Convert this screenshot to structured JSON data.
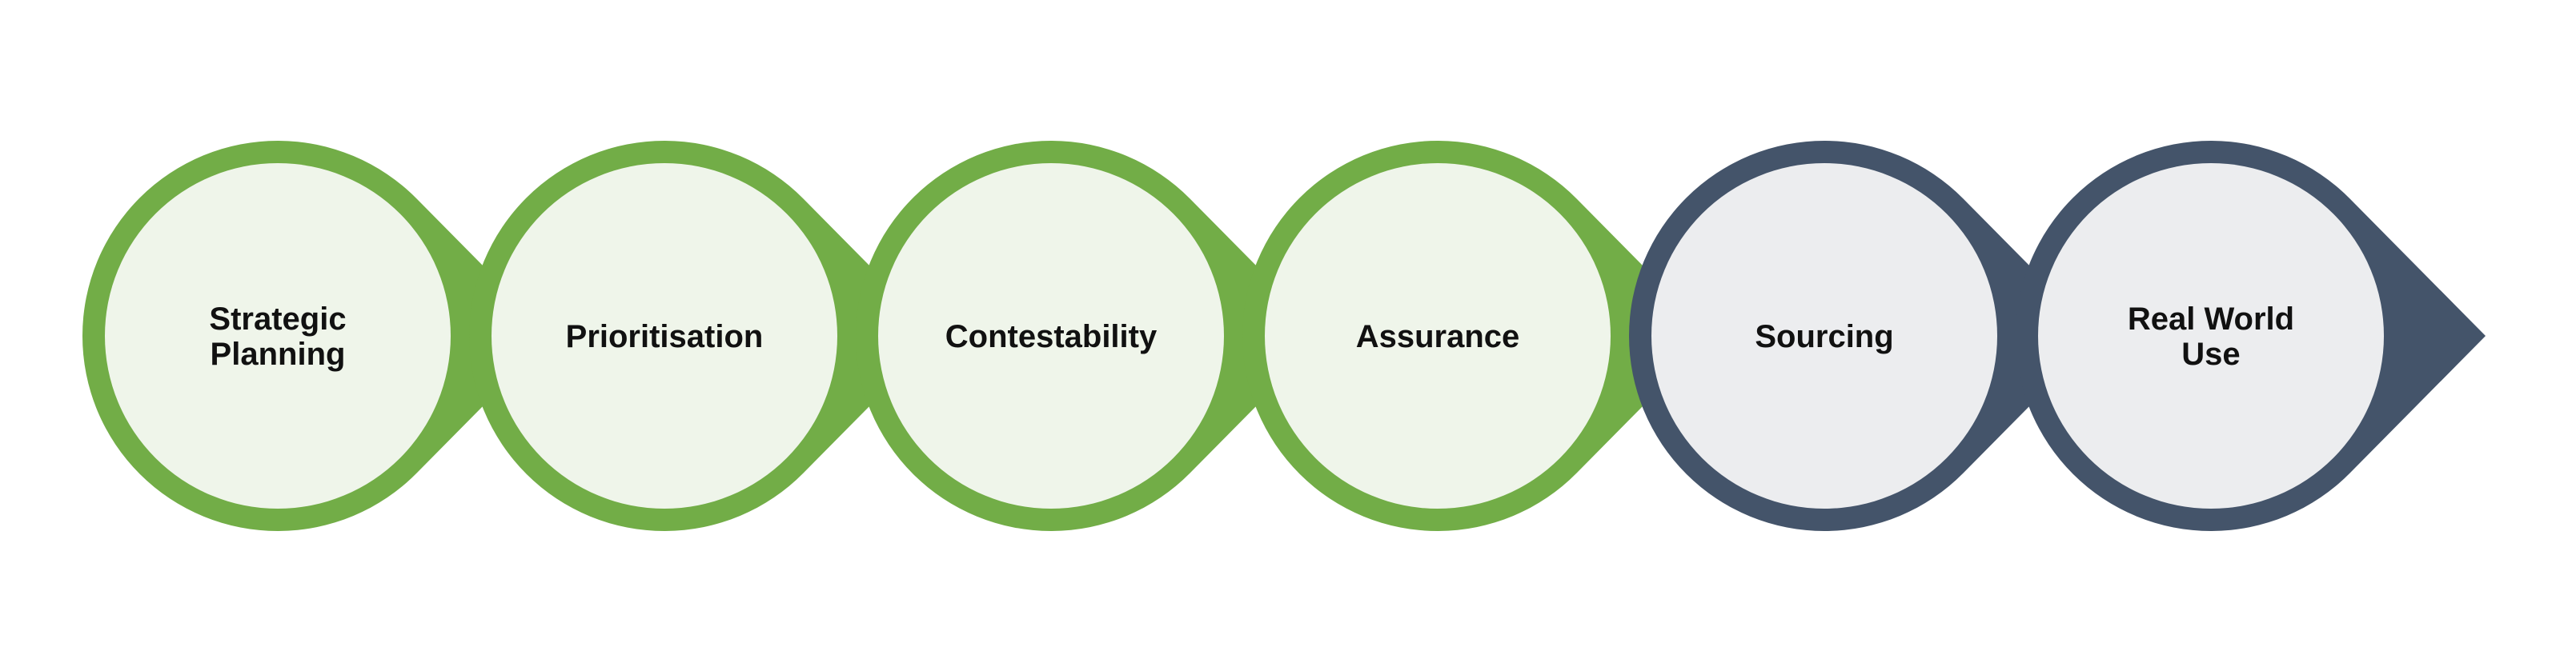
{
  "process": {
    "stages": [
      {
        "label_lines": [
          "Strategic",
          "Planning"
        ],
        "status": "complete"
      },
      {
        "label_lines": [
          "Prioritisation"
        ],
        "status": "complete"
      },
      {
        "label_lines": [
          "Contestability"
        ],
        "status": "complete"
      },
      {
        "label_lines": [
          "Assurance"
        ],
        "status": "complete"
      },
      {
        "label_lines": [
          "Sourcing"
        ],
        "status": "pending"
      },
      {
        "label_lines": [
          "Real World",
          "Use"
        ],
        "status": "pending"
      }
    ],
    "colors": {
      "complete_ring": "#72AD47",
      "complete_fill": "#EFF5EA",
      "pending_ring": "#44546A",
      "pending_fill": "#ECEDEF",
      "label": "#111111"
    }
  }
}
